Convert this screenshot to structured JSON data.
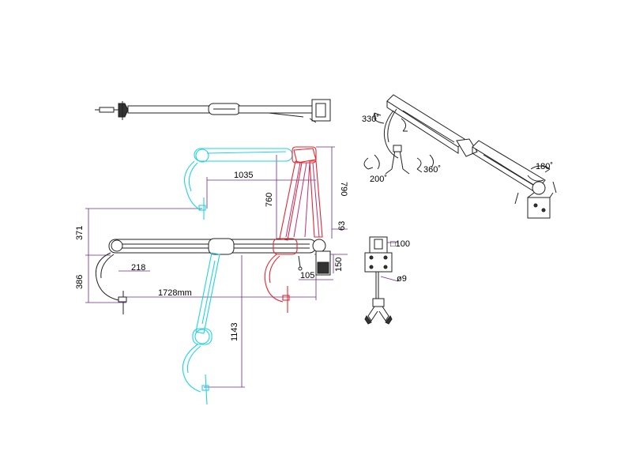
{
  "dimensions": {
    "d1035": "1035",
    "d760": "760",
    "d790": "790",
    "d63": "63",
    "d371": "371",
    "d386": "386",
    "d218": "218",
    "d1728": "1728mm",
    "d105": "105",
    "d150": "150",
    "d1143": "1143",
    "d100": "□100",
    "d9": "ø9"
  },
  "rotations": {
    "r330": "330˚",
    "r200": "200˚",
    "r360": "360˚",
    "r180": "180˚"
  },
  "colors": {
    "cyan_position": "#1fd3e6",
    "red_position": "#e6262f",
    "dimension_lines": "#6b2b8c",
    "outline": "#222222"
  }
}
